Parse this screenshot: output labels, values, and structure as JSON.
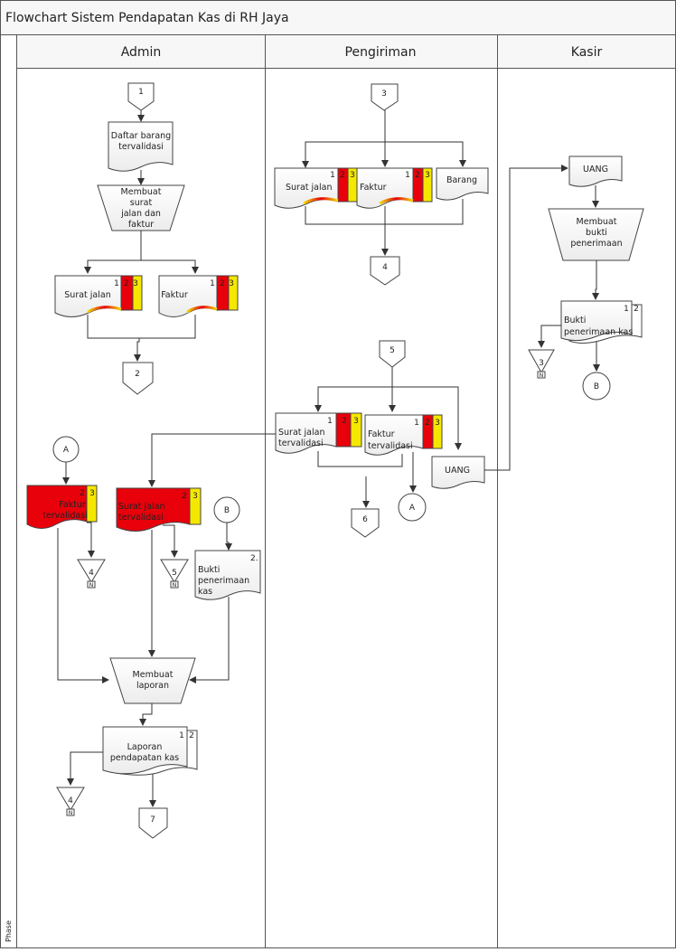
{
  "title": "Flowchart Sistem Pendapatan Kas di RH Jaya",
  "phase_label": "Phase",
  "lanes": [
    "Admin",
    "Pengiriman",
    "Kasir"
  ],
  "connectors": {
    "admin_top": "1",
    "admin_mid": "2",
    "admin_bottom": "7",
    "kirim_top": "3",
    "kirim_mid": "4",
    "kirim_second": "5",
    "kirim_bottom": "6",
    "offpage_a_admin": "A",
    "offpage_a_kirim": "A",
    "offpage_b_admin": "B",
    "offpage_b_kasir": "B"
  },
  "files": {
    "admin_faktur": "4",
    "admin_surat": "5",
    "admin_laporan": "4",
    "kasir_bukti": "3",
    "file_mark": "N"
  },
  "admin": {
    "daftar_line1": "Daftar barang",
    "daftar_line2": "tervalidasi",
    "membuat1_l1": "Membuat",
    "membuat1_l2": "surat",
    "membuat1_l3": "jalan dan",
    "membuat1_l4": "faktur",
    "surat_jalan": "Surat jalan",
    "faktur": "Faktur",
    "faktur_tv_l1": "Faktur",
    "faktur_tv_l2": "tervalidasi",
    "surat_tv_l1": "Surat jalan",
    "surat_tv_l2": "tervalidasi",
    "bukti_l1": "Bukti",
    "bukti_l2": "penerimaan",
    "bukti_l3": "kas",
    "bukti_num": "2.",
    "laporan_l1": "Membuat",
    "laporan_l2": "laporan",
    "lapkas_l1": "Laporan",
    "lapkas_l2": "pendapatan kas"
  },
  "pengiriman": {
    "surat_jalan": "Surat jalan",
    "faktur": "Faktur",
    "barang": "Barang",
    "surat_tv_l1": "Surat jalan",
    "surat_tv_l2": "tervalidasi",
    "faktur_tv_l1": "Faktur",
    "faktur_tv_l2": "tervalidasi",
    "uang": "UANG"
  },
  "kasir": {
    "uang": "UANG",
    "membuat_l1": "Membuat",
    "membuat_l2": "bukti",
    "membuat_l3": "penerimaan",
    "bukti_l1": "Bukti",
    "bukti_l2": "penerimaan kas"
  },
  "copy_numbers": [
    "1",
    "2",
    "3"
  ],
  "colors": {
    "copy_red": "#e8000b",
    "copy_yellow": "#f5e800",
    "header_bg": "#f7f7f7",
    "border": "#555555"
  }
}
